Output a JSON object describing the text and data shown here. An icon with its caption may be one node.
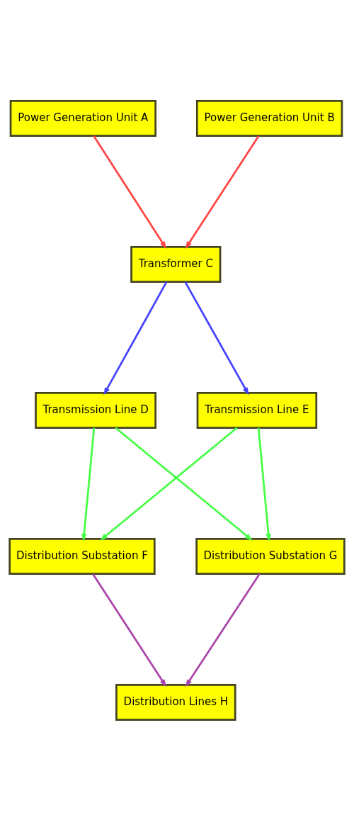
{
  "diagram": {
    "nodes": [
      {
        "text": [
          "Power Generation Unit A"
        ]
      },
      {
        "text": [
          "Power Generation Unit B"
        ]
      },
      {
        "text": [
          "Transformer C"
        ]
      },
      {
        "text": [
          "Transmission Line D"
        ]
      },
      {
        "text": [
          "Transmission Line E"
        ]
      },
      {
        "text": [
          "Distribution Substation F"
        ]
      },
      {
        "text": [
          "Distribution Substation G"
        ]
      },
      {
        "text": [
          "Distribution Lines H"
        ]
      }
    ],
    "edges": [
      {
        "from": 0,
        "to": 2,
        "arrow": "to",
        "color": "#ff4444"
      },
      {
        "from": 1,
        "to": 2,
        "arrow": "to",
        "color": "#ff4444"
      },
      {
        "from": 2,
        "to": 3,
        "arrow": "to",
        "color": "#4444ff"
      },
      {
        "from": 2,
        "to": 4,
        "arrow": "to",
        "color": "#4444ff"
      },
      {
        "from": 3,
        "to": 5,
        "arrow": "to",
        "color": "#44ff44"
      },
      {
        "from": 3,
        "to": 6,
        "arrow": "to",
        "color": "#44ff44"
      },
      {
        "from": 4,
        "to": 5,
        "arrow": "to",
        "color": "#44ff44"
      },
      {
        "from": 4,
        "to": 6,
        "arrow": "to",
        "color": "#44ff44"
      },
      {
        "from": 5,
        "to": 7,
        "arrow": "to",
        "color": "#aa44aa"
      },
      {
        "from": 6,
        "to": 7,
        "arrow": "to",
        "color": "#aa44aa"
      }
    ]
  }
}
